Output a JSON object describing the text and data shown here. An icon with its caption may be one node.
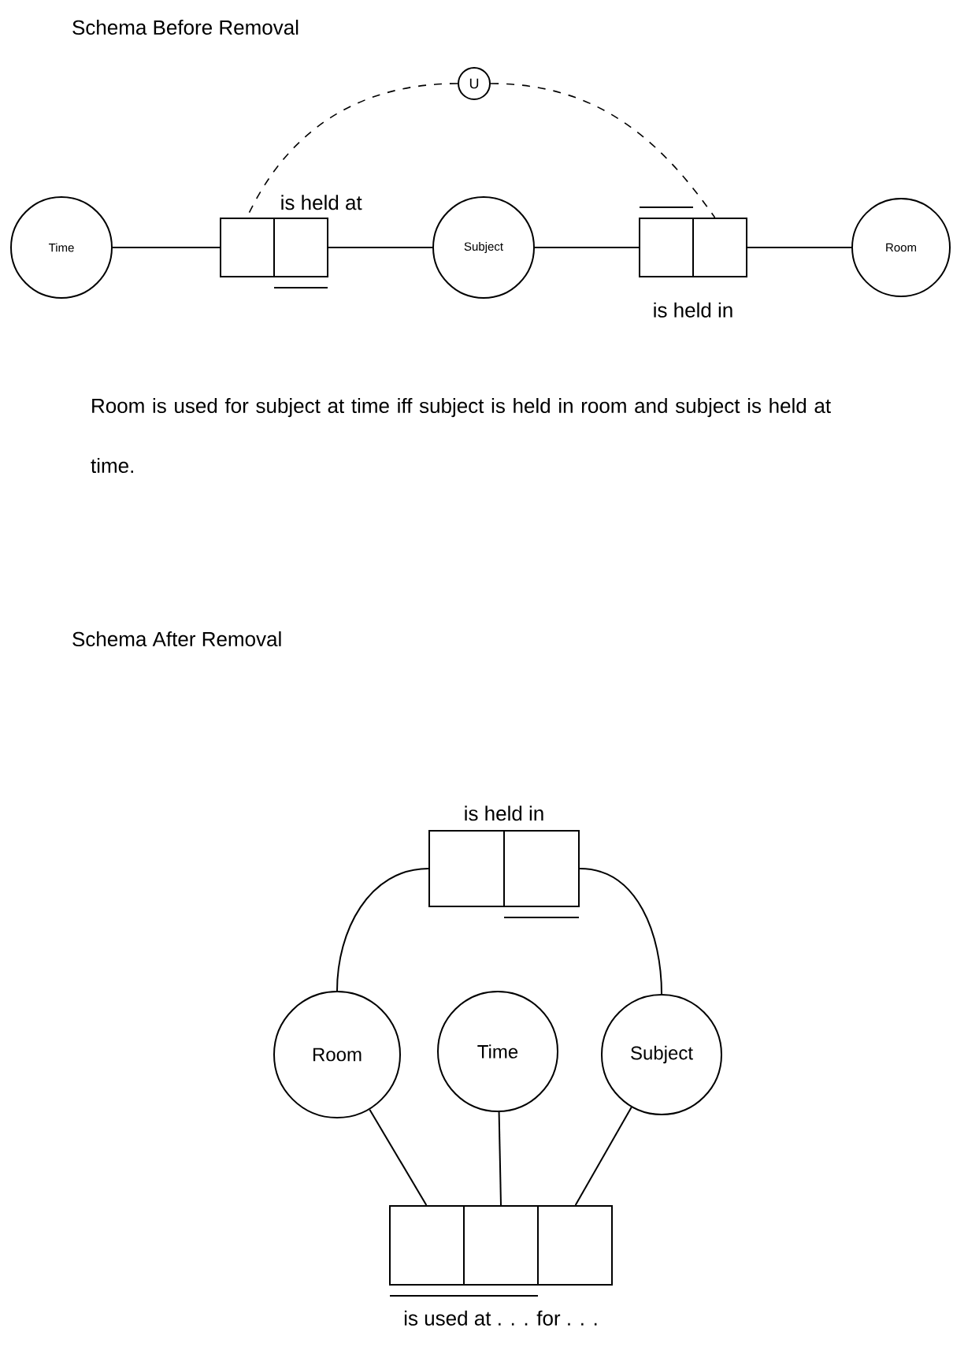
{
  "diagram": {
    "title": "Schema Before Removal",
    "nodes": [
      {
        "text": [
          "Time"
        ]
      },
      {
        "text": [
          "is held at"
        ]
      },
      {
        "text": [
          "Subject"
        ]
      },
      {
        "text": [
          "is held in"
        ]
      },
      {
        "text": [
          "Room"
        ]
      },
      {
        "text": [
          "U"
        ]
      },
      {
        "text": [
          "is held in"
        ]
      },
      {
        "text": [
          "Room"
        ]
      },
      {
        "text": [
          "Time"
        ]
      },
      {
        "text": [
          "Subject"
        ]
      },
      {
        "text": [
          "is used at . . . for . . ."
        ]
      }
    ],
    "edges": [
      {
        "from": 0,
        "to": 1,
        "arrow": "none"
      },
      {
        "from": 1,
        "to": 2,
        "arrow": "none"
      },
      {
        "from": 2,
        "to": 3,
        "arrow": "none"
      },
      {
        "from": 3,
        "to": 4,
        "arrow": "none"
      },
      {
        "from": 5,
        "to": 1,
        "arrow": "none",
        "style": "dashed"
      },
      {
        "from": 5,
        "to": 3,
        "arrow": "none",
        "style": "dashed"
      },
      {
        "from": 6,
        "to": 7,
        "arrow": "none"
      },
      {
        "from": 6,
        "to": 9,
        "arrow": "none"
      },
      {
        "from": 7,
        "to": 10,
        "arrow": "none"
      },
      {
        "from": 8,
        "to": 10,
        "arrow": "none"
      },
      {
        "from": 9,
        "to": 10,
        "arrow": "none"
      }
    ],
    "labels": [
      "Room is used for subject at time iff subject is held in room and subject is held at time.",
      "Schema After Removal"
    ]
  }
}
